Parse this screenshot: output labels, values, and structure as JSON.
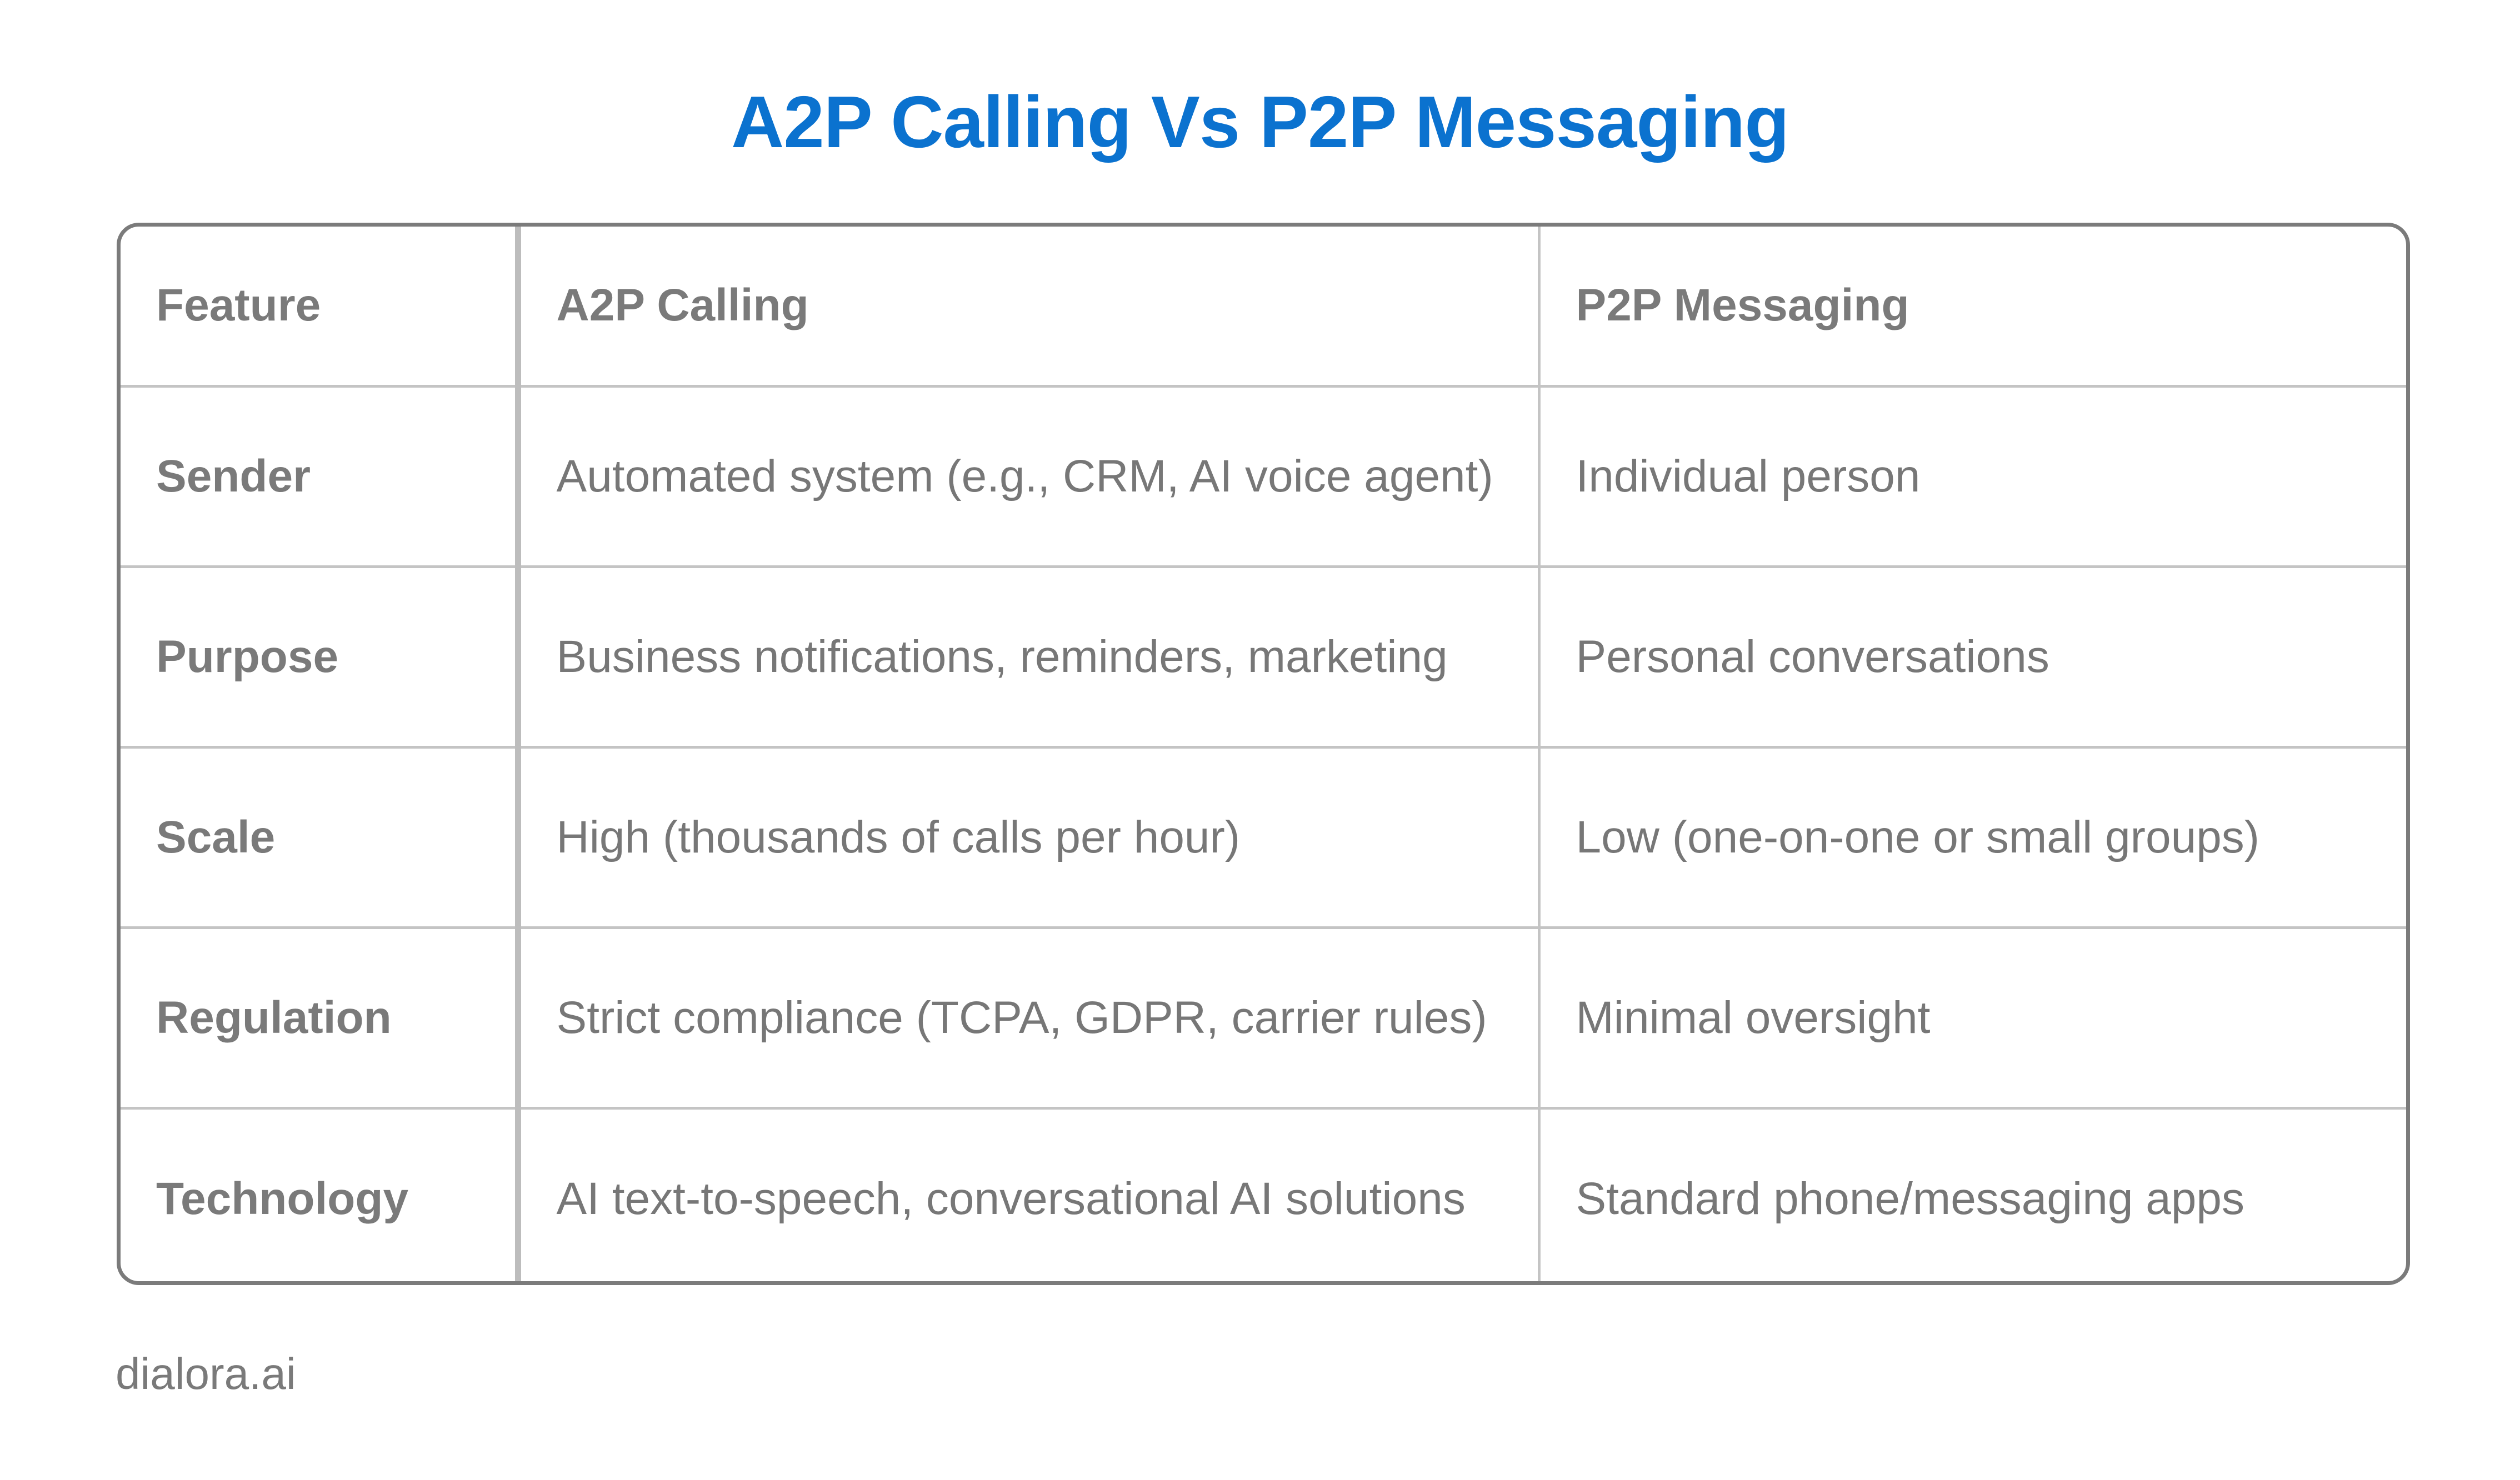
{
  "title": "A2P Calling Vs P2P Messaging",
  "colors": {
    "title": "#0b72cf",
    "text": "#777777",
    "border": "#7b7b7b",
    "gridline": "#c4c4c4"
  },
  "table": {
    "headers": [
      "Feature",
      "A2P Calling",
      "P2P Messaging"
    ],
    "rows": [
      [
        "Sender",
        "Automated system (e.g., CRM, AI voice agent)",
        "Individual person"
      ],
      [
        "Purpose",
        "Business notifications, reminders, marketing",
        "Personal conversations"
      ],
      [
        "Scale",
        "High (thousands of calls per hour)",
        "Low (one-on-one or small groups)"
      ],
      [
        "Regulation",
        "Strict compliance (TCPA, GDPR, carrier rules)",
        "Minimal oversight"
      ],
      [
        "Technology",
        "AI text-to-speech, conversational AI solutions",
        "Standard phone/messaging apps"
      ]
    ]
  },
  "footer": "dialora.ai"
}
